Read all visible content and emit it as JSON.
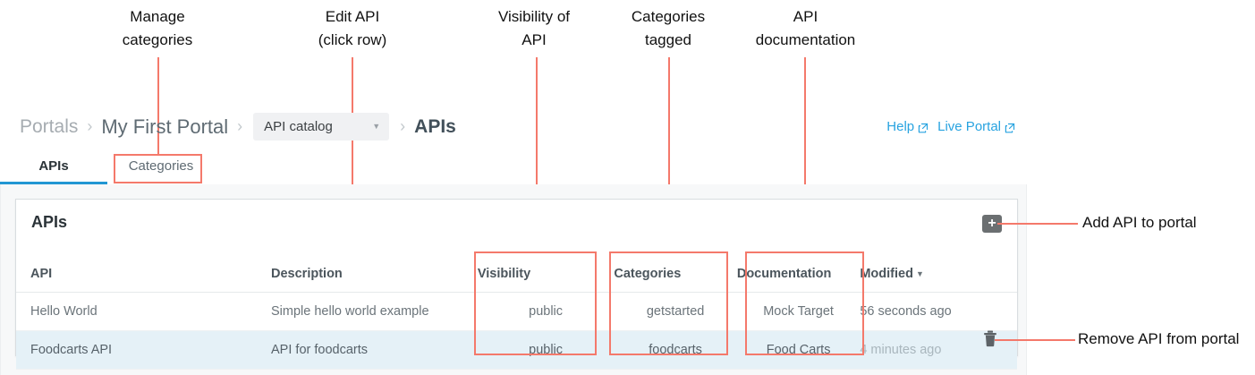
{
  "annotations": {
    "top": [
      {
        "id": "manage-categories",
        "text": "Manage\ncategories"
      },
      {
        "id": "edit-api",
        "text": "Edit API\n(click row)"
      },
      {
        "id": "visibility-of-api",
        "text": "Visibility of\nAPI"
      },
      {
        "id": "categories-tagged",
        "text": "Categories\ntagged"
      },
      {
        "id": "api-documentation",
        "text": "API\ndocumentation"
      }
    ],
    "right": [
      {
        "id": "add-api-to-portal",
        "text": "Add API to portal"
      },
      {
        "id": "remove-api-from-portal",
        "text": "Remove API from portal"
      }
    ],
    "line_color": "#f4796b"
  },
  "breadcrumb": {
    "root": "Portals",
    "portal": "My First Portal",
    "catalog_select": "API catalog",
    "current": "APIs",
    "separator": "›",
    "caret": "▼"
  },
  "header_links": {
    "help": "Help",
    "live_portal": "Live Portal",
    "link_color": "#28a3e0"
  },
  "tabs": [
    {
      "label": "APIs",
      "active": true
    },
    {
      "label": "Categories",
      "active": false
    }
  ],
  "card": {
    "title": "APIs",
    "add_button_label": "+",
    "add_button_icon": "plus-icon",
    "delete_icon": "trash-icon"
  },
  "table": {
    "columns": [
      "API",
      "Description",
      "Visibility",
      "Categories",
      "Documentation",
      "Modified"
    ],
    "sorted_column": "Modified",
    "sort_direction": "desc",
    "rows": [
      {
        "api": "Hello World",
        "description": "Simple hello world example",
        "visibility": "public",
        "categories": "getstarted",
        "documentation": "Mock Target",
        "modified": "56 seconds ago",
        "selected": false
      },
      {
        "api": "Foodcarts API",
        "description": "API for foodcarts",
        "visibility": "public",
        "categories": "foodcarts",
        "documentation": "Food Carts",
        "modified": "4 minutes ago",
        "selected": true
      }
    ]
  },
  "colors": {
    "accent": "#2196d3",
    "highlight": "#f4796b",
    "selected_row": "#e5f1f7",
    "panel_bg": "#f7f8f9"
  }
}
